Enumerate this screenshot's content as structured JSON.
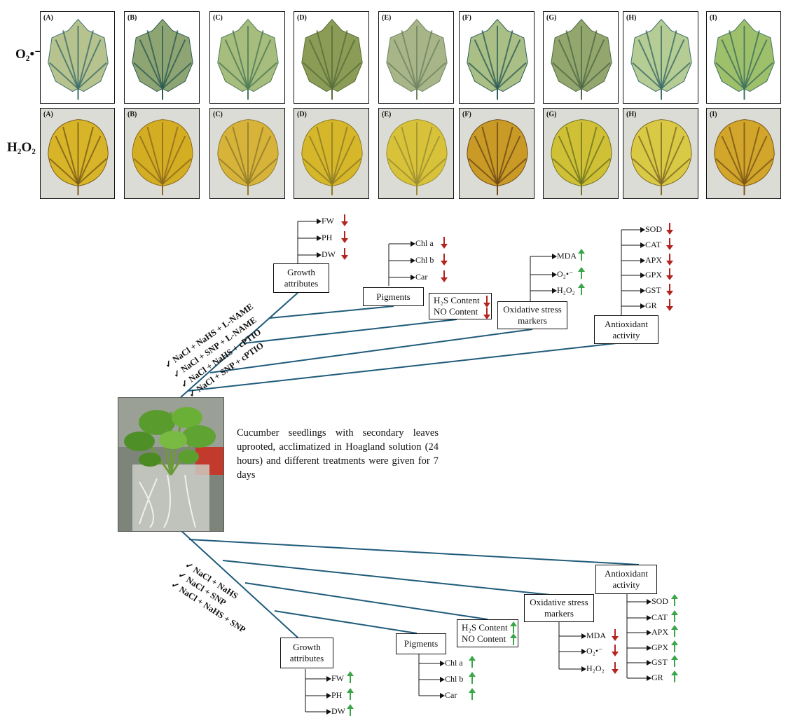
{
  "panels": {
    "labels": [
      "(A)",
      "(B)",
      "(C)",
      "(D)",
      "(E)",
      "(F)",
      "(G)",
      "(H)",
      "(I)"
    ],
    "row_o2_label": "O₂•⁻",
    "row_h2o2_label": "H₂O₂"
  },
  "caption": "Cucumber seedlings with secondary leaves uprooted, acclimatized in Hoagland solution (24 hours) and different treatments were given for 7 days",
  "top_treatments": [
    "✓  NaCl + NaHS + L-NAME",
    "✓  NaCl + SNP + L-NAME",
    "✓  NaCl + NaHS + cPTIO",
    "✓  NaCl + SNP + cPTIO"
  ],
  "bottom_treatments": [
    "✓  NaCl + NaHS",
    "✓  NaCl + SNP",
    "✓  NaCl + NaHS + SNP"
  ],
  "top": {
    "growth": {
      "title": "Growth attributes",
      "items": [
        "FW",
        "PH",
        "DW"
      ],
      "direction": "down"
    },
    "pigments": {
      "title": "Pigments",
      "items": [
        "Chl a",
        "Chl b",
        "Car"
      ],
      "direction": "down"
    },
    "content": {
      "line1": "H₂S Content",
      "line2": "NO Content",
      "direction": "down"
    },
    "oxidative": {
      "title": "Oxidative stress markers",
      "items": [
        "MDA",
        "O₂•⁻",
        "H₂O₂"
      ],
      "direction": "up"
    },
    "antioxidant": {
      "title": "Antioxidant activity",
      "items": [
        "SOD",
        "CAT",
        "APX",
        "GPX",
        "GST",
        "GR"
      ],
      "direction": "down"
    }
  },
  "bottom": {
    "growth": {
      "title": "Growth attributes",
      "items": [
        "FW",
        "PH",
        "DW"
      ],
      "direction": "up"
    },
    "pigments": {
      "title": "Pigments",
      "items": [
        "Chl a",
        "Chl b",
        "Car"
      ],
      "direction": "up"
    },
    "content": {
      "line1": "H₂S Content",
      "line2": "NO Content",
      "direction": "up"
    },
    "oxidative": {
      "title": "Oxidative stress markers",
      "items": [
        "MDA",
        "O₂•⁻",
        "H₂O₂"
      ],
      "direction": "down"
    },
    "antioxidant": {
      "title": "Antioxidant activity",
      "items": [
        "SOD",
        "CAT",
        "APX",
        "GPX",
        "GST",
        "GR"
      ],
      "direction": "up"
    }
  },
  "colors": {
    "up_arrow": "#3aa64a",
    "down_arrow": "#b3241f",
    "branch_line": "#1f5b7a"
  }
}
